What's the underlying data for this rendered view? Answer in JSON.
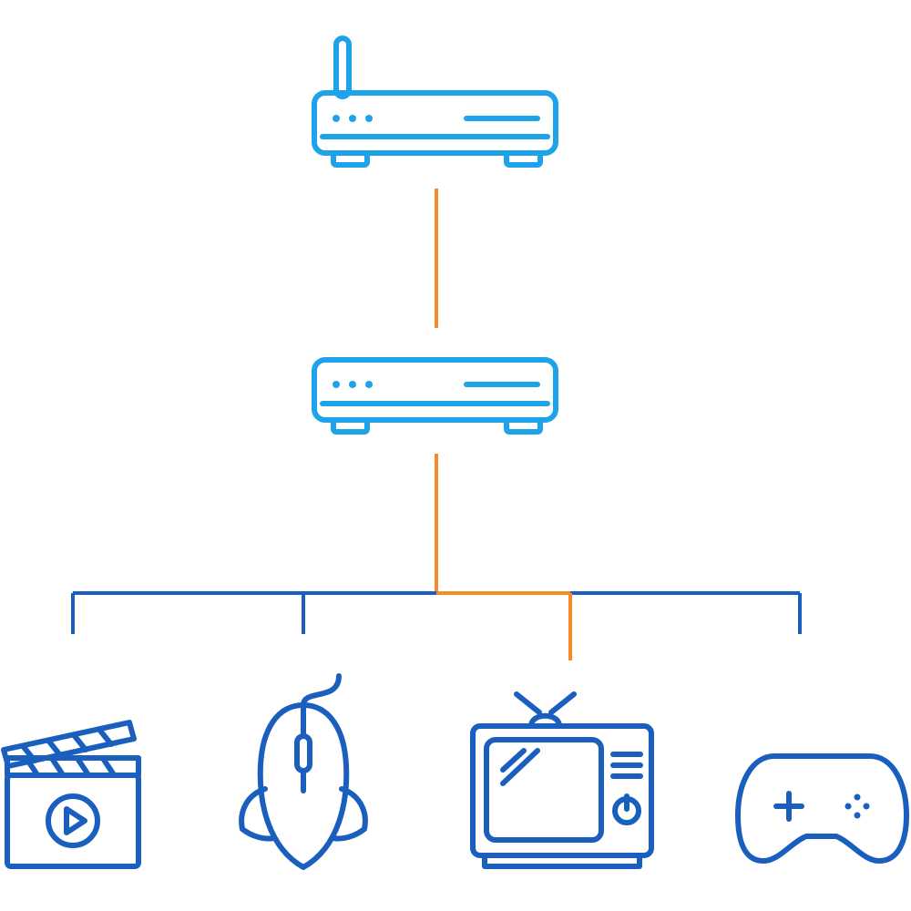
{
  "colors": {
    "background": "#ffffff",
    "router_stroke": "#1ea3ea",
    "device_stroke": "#1a5fbe",
    "active_link": "#f68a29",
    "inactive_link": "#1a5fbe"
  },
  "nodes": [
    {
      "id": "router",
      "icon": "wifi-router-icon"
    },
    {
      "id": "switch",
      "icon": "network-switch-icon"
    },
    {
      "id": "media",
      "icon": "clapperboard-play-icon"
    },
    {
      "id": "mouse",
      "icon": "gaming-mouse-icon"
    },
    {
      "id": "tv",
      "icon": "retro-tv-icon"
    },
    {
      "id": "gamepad",
      "icon": "gamepad-icon"
    }
  ],
  "links": [
    {
      "from": "router",
      "to": "switch",
      "active": true
    },
    {
      "from": "switch",
      "to": "media",
      "active": false
    },
    {
      "from": "switch",
      "to": "mouse",
      "active": false
    },
    {
      "from": "switch",
      "to": "tv",
      "active": true
    },
    {
      "from": "switch",
      "to": "gamepad",
      "active": false
    }
  ]
}
